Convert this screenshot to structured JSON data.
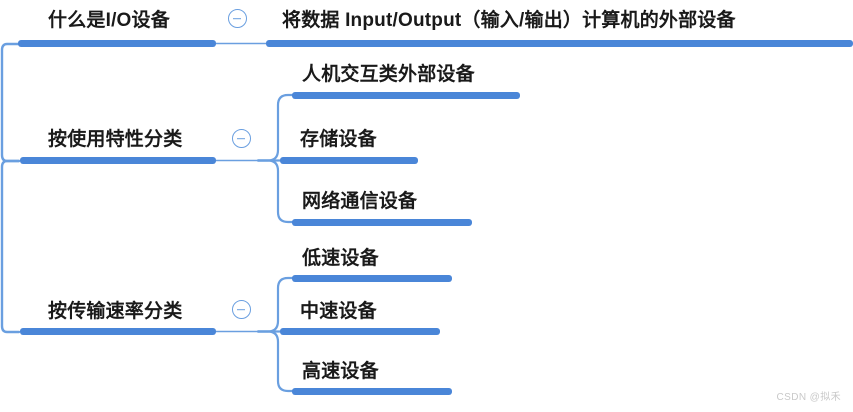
{
  "map": {
    "colors": {
      "bar": "#4a86d8",
      "connector": "#6a9fe0",
      "text": "#1a1a1a",
      "background": "#ffffff",
      "watermark": "#c9c9c9"
    },
    "branches": [
      {
        "label": "什么是I/O设备",
        "toggle_icon": "collapse-minus-icon",
        "children": [
          {
            "label": "将数据 Input/Output（输入/输出）计算机的外部设备"
          }
        ]
      },
      {
        "label": "按使用特性分类",
        "toggle_icon": "collapse-minus-icon",
        "children": [
          {
            "label": "人机交互类外部设备"
          },
          {
            "label": "存储设备"
          },
          {
            "label": "网络通信设备"
          }
        ]
      },
      {
        "label": "按传输速率分类",
        "toggle_icon": "collapse-minus-icon",
        "children": [
          {
            "label": "低速设备"
          },
          {
            "label": "中速设备"
          },
          {
            "label": "高速设备"
          }
        ]
      }
    ]
  },
  "watermark": {
    "text": "CSDN @拟禾"
  }
}
